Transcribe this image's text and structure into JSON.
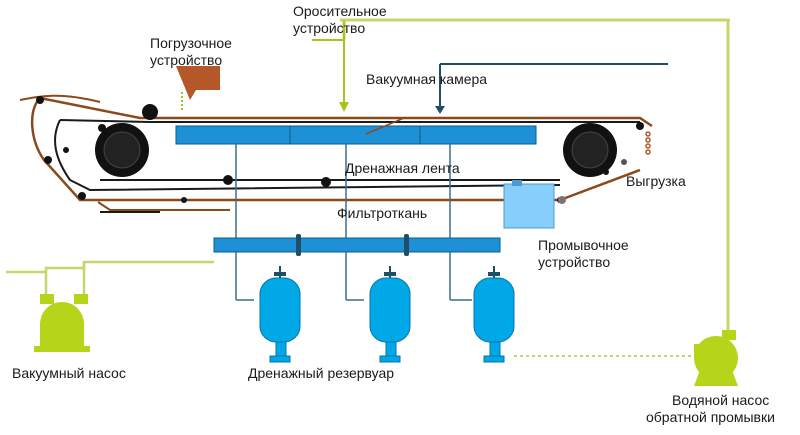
{
  "labels": {
    "sprinkler_line1": "Оросительное",
    "sprinkler_line2": "устройство",
    "loading_line1": "Погрузочное",
    "loading_line2": "устройство",
    "vacuum_chamber": "Вакуумная камера",
    "drainage_belt": "Дренажная лента",
    "unloading": "Выгрузка",
    "filter_cloth": "Фильтроткань",
    "washing_line1": "Промывочное",
    "washing_line2": "устройство",
    "vacuum_pump": "Вакуумный насос",
    "drainage_tank": "Дренажный резервуар",
    "backwash_line1": "Водяной насос",
    "backwash_line2": "обратной промывки"
  },
  "colors": {
    "vacuum_box": "#1e90d6",
    "tank": "#00a8e8",
    "washer": "#87cefa",
    "pump": "#b5d41a",
    "cloth": "#8b4a1c",
    "hopper": "#b4582a",
    "water_pipe": "#c7d66a",
    "dark": "#111111"
  }
}
